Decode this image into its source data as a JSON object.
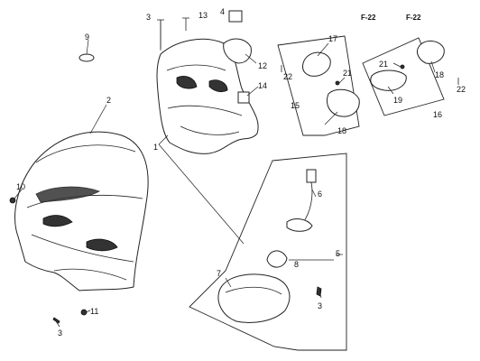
{
  "callouts": {
    "n1": "1",
    "n2": "2",
    "n3a": "3",
    "n3b": "3",
    "n3c": "3",
    "n4": "4",
    "n5": "5",
    "n6": "6",
    "n7": "7",
    "n8": "8",
    "n9": "9",
    "n10": "10",
    "n11": "11",
    "n12": "12",
    "n13": "13",
    "n14": "14",
    "n15": "15",
    "n16": "16",
    "n17": "17",
    "n18a": "18",
    "n18b": "18",
    "n19": "19",
    "n21a": "21",
    "n21b": "21",
    "n22a": "22",
    "n22b": "22",
    "f22a": "F-22",
    "f22b": "F-22"
  }
}
